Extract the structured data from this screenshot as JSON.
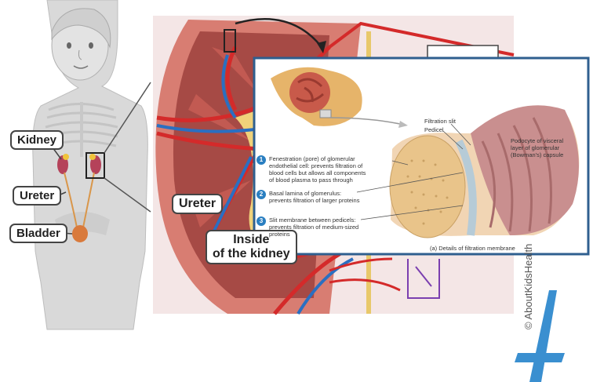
{
  "child_labels": {
    "kidney": "Kidney",
    "ureter": "Ureter",
    "bladder": "Bladder"
  },
  "kidney_panel": {
    "ureter": "Ureter",
    "inside_line1": "Inside",
    "inside_line2": "of the kidney"
  },
  "detail_panel": {
    "filtration_slit": "Filtration slit",
    "pedicel": "Pedicel",
    "podocyte": [
      "Podocyte of visceral",
      "layer of glomerular",
      "(Bowman's) capsule"
    ],
    "items": [
      {
        "number": "1",
        "lines": [
          "Fenestration (pore) of glomerular",
          "endothelial cell: prevents filtration of",
          "blood cells but allows all components",
          "of blood plasma to pass through"
        ]
      },
      {
        "number": "2",
        "lines": [
          "Basal lamina of glomerulus:",
          "prevents filtration of larger proteins"
        ]
      },
      {
        "number": "3",
        "lines": [
          "Slit membrane between pedicels:",
          "prevents filtration of medium-sized",
          "proteins"
        ]
      }
    ],
    "caption": "(a) Details of filtration membrane"
  },
  "watermark": "© AboutKidsHealth",
  "colors": {
    "panel_border": "#2f5f8f",
    "artery": "#d42a2a",
    "vein": "#2a6fc1",
    "kidney": "#c46a5a",
    "logo": "#3a8fd0"
  }
}
